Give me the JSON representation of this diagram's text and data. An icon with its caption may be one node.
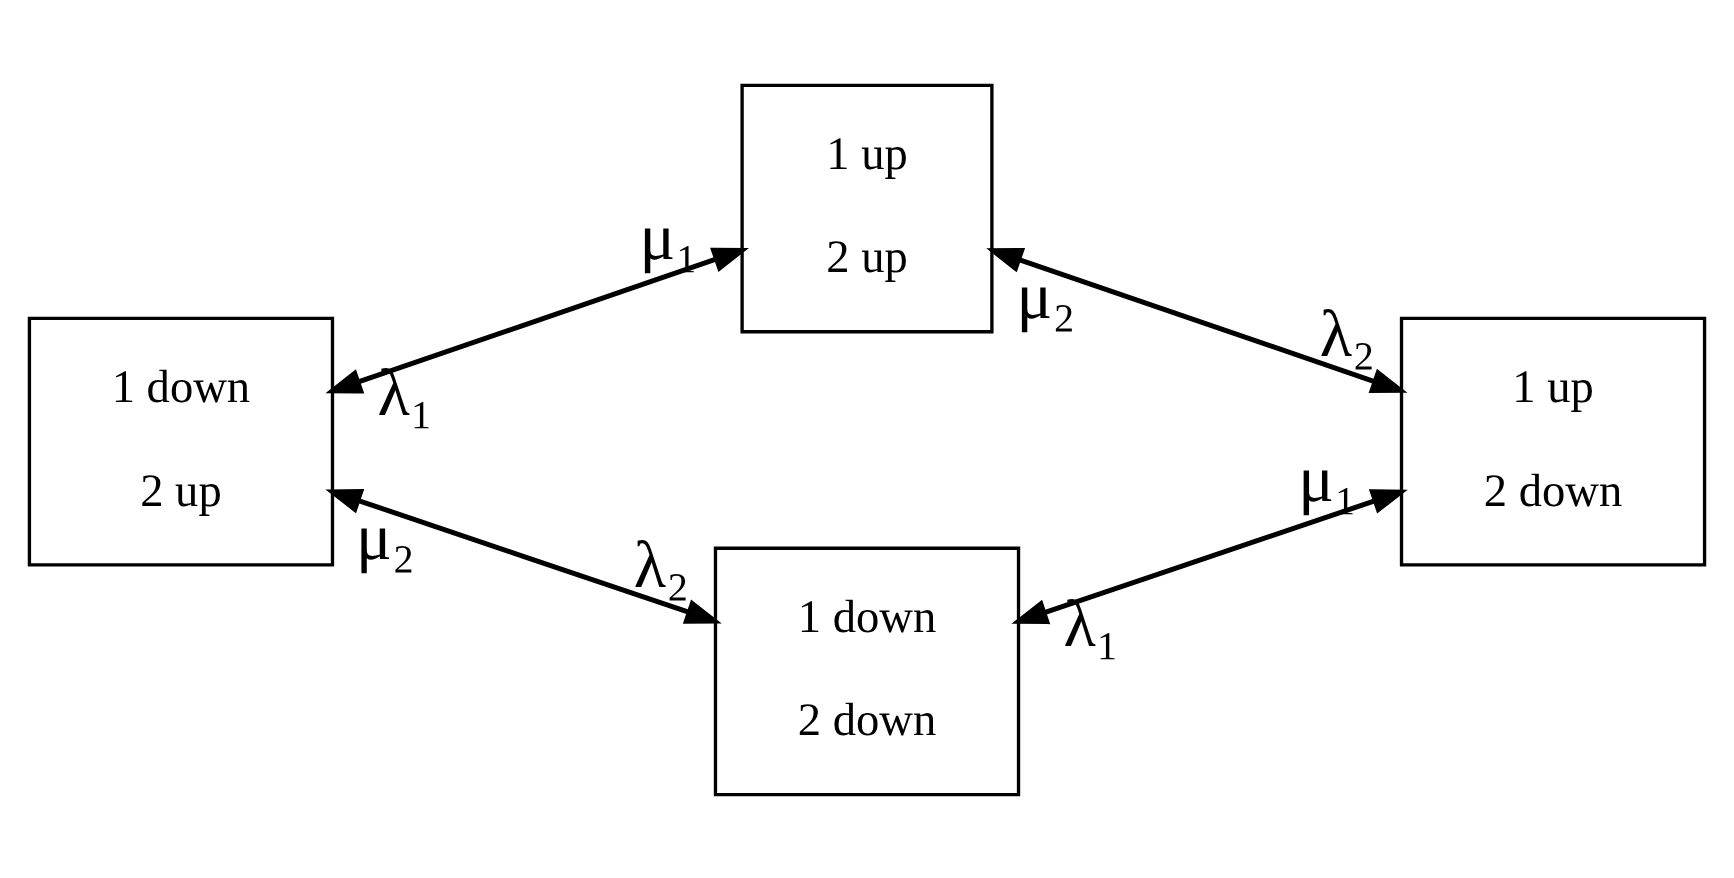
{
  "diagram": {
    "nodes": [
      {
        "text": [
          "1 up",
          "2 up"
        ]
      },
      {
        "text": [
          "1 down",
          "2 up"
        ]
      },
      {
        "text": [
          "1 up",
          "2 down"
        ]
      },
      {
        "text": [
          "1 down",
          "2 down"
        ]
      }
    ],
    "edges": [
      {
        "from": 1,
        "to": 0,
        "arrow": "both"
      },
      {
        "from": 0,
        "to": 2,
        "arrow": "both"
      },
      {
        "from": 1,
        "to": 3,
        "arrow": "both"
      },
      {
        "from": 2,
        "to": 3,
        "arrow": "both"
      }
    ],
    "labels": [
      "μ₁",
      "μ₂",
      "λ₁",
      "λ₂",
      "μ₂",
      "μ₁",
      "λ₂",
      "λ₁"
    ]
  }
}
